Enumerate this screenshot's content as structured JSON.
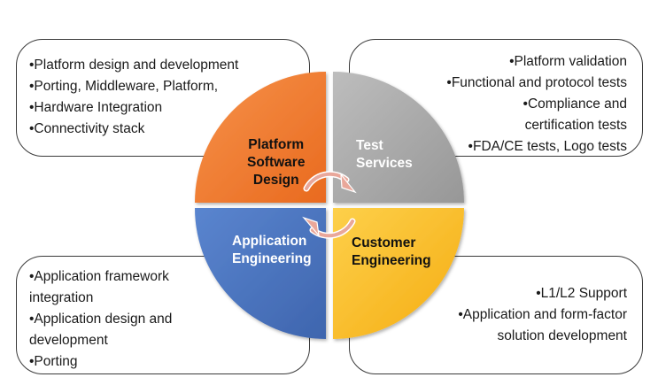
{
  "quadrants": {
    "platform": {
      "label_lines": [
        "Platform",
        "Software",
        "Design"
      ],
      "color": "#f07a2e"
    },
    "test": {
      "label_lines": [
        "Test",
        "Services"
      ],
      "color": "#a7a7a7"
    },
    "application": {
      "label_lines": [
        "Application",
        "Engineering"
      ],
      "color": "#4f76be"
    },
    "customer": {
      "label_lines": [
        "Customer",
        "Engineering"
      ],
      "color": "#fbbf24"
    }
  },
  "boxes": {
    "platform": [
      "•Platform design and development",
      "•Porting, Middleware, Platform,",
      "•Hardware Integration",
      "•Connectivity stack"
    ],
    "test": [
      "•Platform validation",
      "•Functional and protocol tests",
      "•Compliance and",
      "certification tests",
      "•FDA/CE tests, Logo tests"
    ],
    "application": [
      "•Application framework",
      "integration",
      "•Application design and",
      "development",
      "•Porting"
    ],
    "customer": [
      "•L1/L2 Support",
      "•Application and form-factor",
      "solution development"
    ]
  },
  "cycle_arrow_color": "#e9a79a"
}
